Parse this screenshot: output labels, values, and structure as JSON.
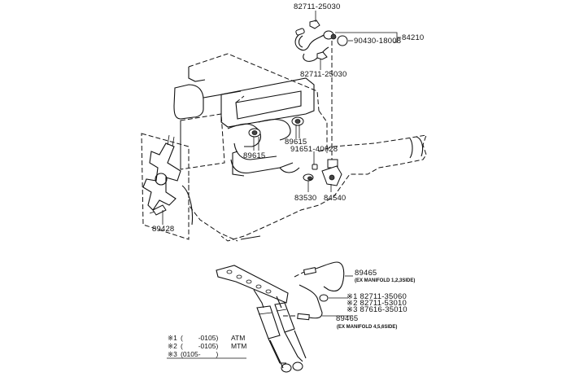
{
  "diagram": {
    "title": "Engine sensors parts diagram",
    "parts": {
      "clip_top": "82711-25030",
      "clip_bottom": "82711-25030",
      "grommet": "90430-18008",
      "harness": "84210",
      "knock_sensor_left": "89615",
      "knock_sensor_right": "89615",
      "nut": "91651-40628",
      "oil_pressure_switch": "83530",
      "switch_assy": "84540",
      "water_temp_sensor": "89428",
      "oxygen_sensor_1": "89465",
      "oxygen_sensor_1_note": "(EX MANIFOLD 1,2,3SIDE)",
      "oxygen_sensor_2": "89465",
      "oxygen_sensor_2_note": "(EX MANIFOLD 4,5,6SIDE)",
      "clamp_1": "※1 82711-35060",
      "clamp_2": "※2 82711-53010",
      "clamp_3": "※3 87616-35010"
    },
    "legend": [
      {
        "mark": "※1",
        "range": "(        -0105)",
        "type": "ATM"
      },
      {
        "mark": "※2",
        "range": "(        -0105)",
        "type": "MTM"
      },
      {
        "mark": "※3",
        "range": "(0105-        )",
        "type": ""
      }
    ]
  }
}
